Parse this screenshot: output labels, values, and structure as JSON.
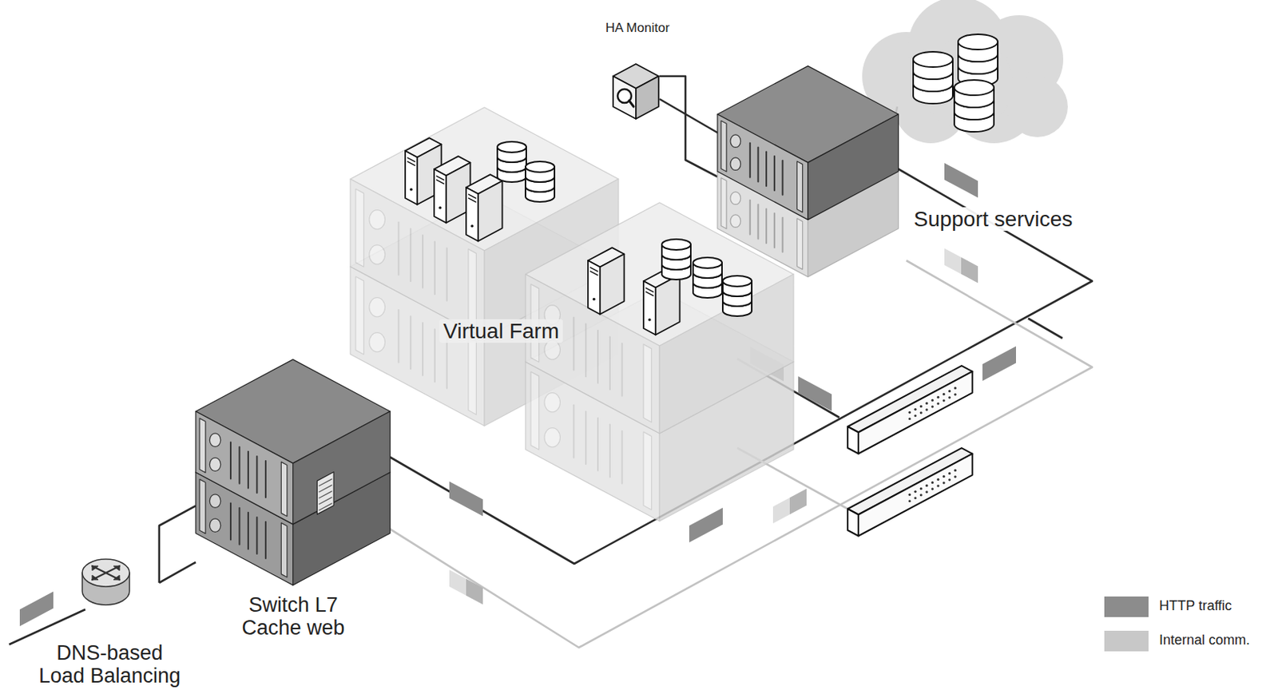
{
  "diagram": {
    "labels": [
      "HA Monitor",
      "Support services",
      "Virtual Farm",
      "Switch L7 Cache web",
      "DNS-based Load Balancing"
    ],
    "legend": [
      {
        "text": "HTTP traffic",
        "color": "#8c8c8c"
      },
      {
        "text": "Internal comm.",
        "color": "#c8c8c8"
      }
    ]
  }
}
